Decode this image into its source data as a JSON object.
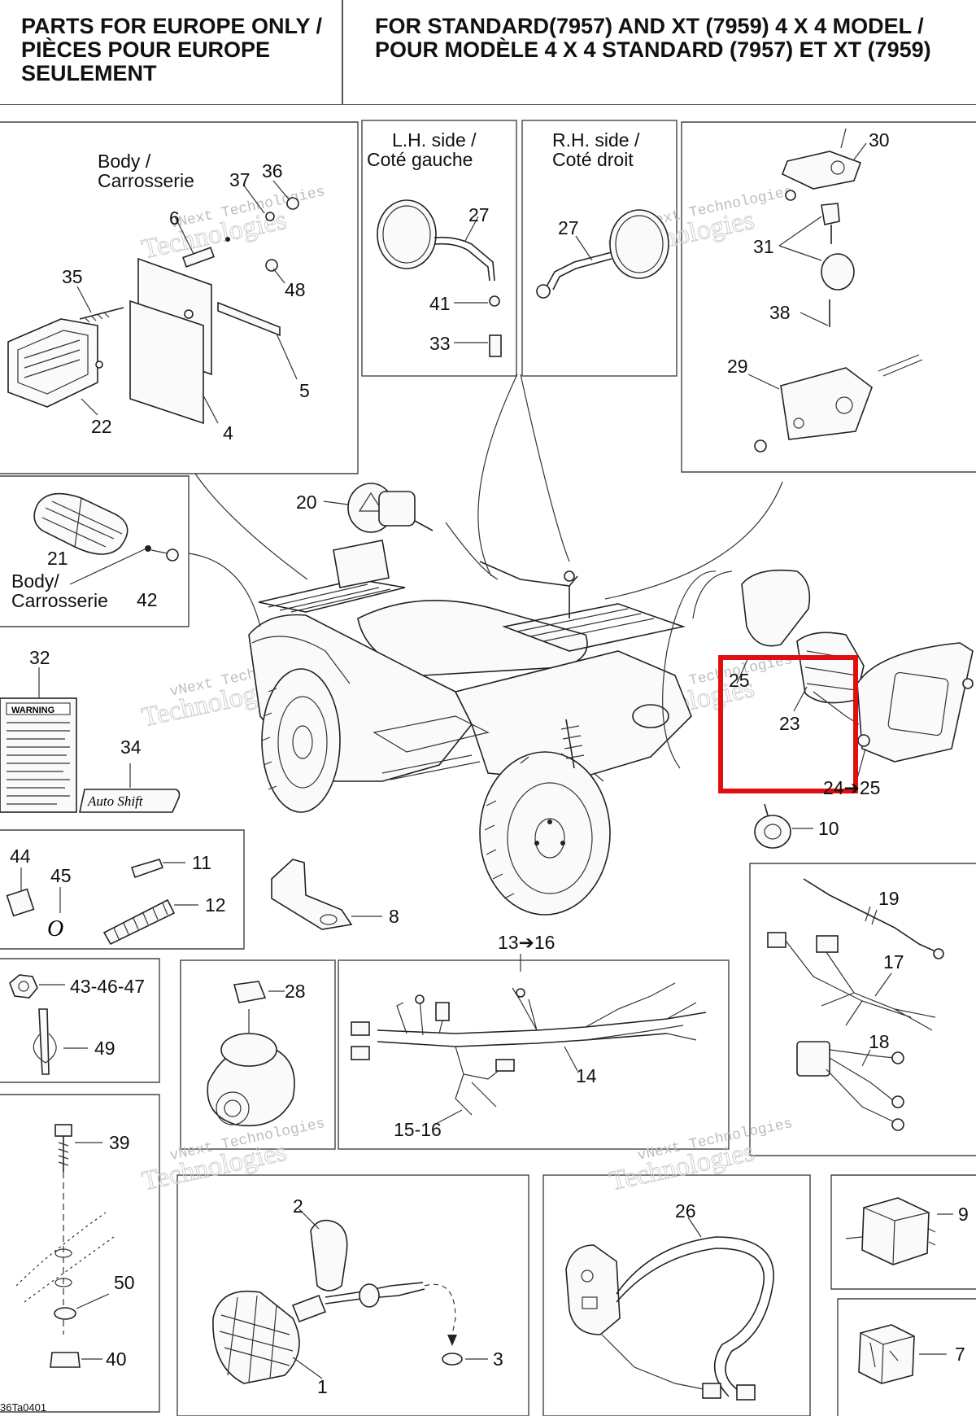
{
  "header": {
    "left_lines": [
      "PARTS FOR EUROPE ONLY /",
      "PIÈCES POUR EUROPE",
      "SEULEMENT"
    ],
    "right_lines": [
      "FOR STANDARD(7957) AND XT (7959) 4 X 4 MODEL /",
      "POUR MODÈLE 4 X 4 STANDARD (7957) ET XT (7959)"
    ]
  },
  "panel_labels": {
    "body_top": [
      "Body /",
      "Carrosserie"
    ],
    "lh_side": [
      "L.H. side /",
      "Coté gauche"
    ],
    "rh_side": [
      "R.H. side /",
      "Coté droit"
    ],
    "body_left": [
      "Body/",
      "Carrosserie"
    ]
  },
  "callouts": {
    "c1": "1",
    "c2": "2",
    "c3": "3",
    "c4": "4",
    "c5": "5",
    "c6": "6",
    "c7": "7",
    "c8": "8",
    "c9": "9",
    "c10": "10",
    "c11": "11",
    "c12": "12",
    "c13_16": "13➔16",
    "c14": "14",
    "c15_16": "15-16",
    "c17": "17",
    "c18": "18",
    "c19": "19",
    "c20": "20",
    "c21": "21",
    "c22": "22",
    "c23": "23",
    "c24_25": "24➔25",
    "c25": "25",
    "c26": "26",
    "c27a": "27",
    "c27b": "27",
    "c28": "28",
    "c29": "29",
    "c30": "30",
    "c31": "31",
    "c32": "32",
    "c33": "33",
    "c34": "34",
    "c35": "35",
    "c36": "36",
    "c37": "37",
    "c38": "38",
    "c39": "39",
    "c40": "40",
    "c41": "41",
    "c42": "42",
    "c43_46_47": "43-46-47",
    "c44": "44",
    "c45": "45",
    "c48": "48",
    "c49": "49",
    "c50": "50"
  },
  "decals": {
    "warning_title": "WARNING",
    "autoshift": "Auto Shift",
    "grommet_symbol": "O"
  },
  "watermark": {
    "line1": "vNext Technologies",
    "line2": "Technologies",
    "prefix": "vNext"
  },
  "figure_code": "36Ta0401",
  "highlight": {
    "color": "#e01010",
    "parts": [
      "23",
      "25"
    ]
  }
}
